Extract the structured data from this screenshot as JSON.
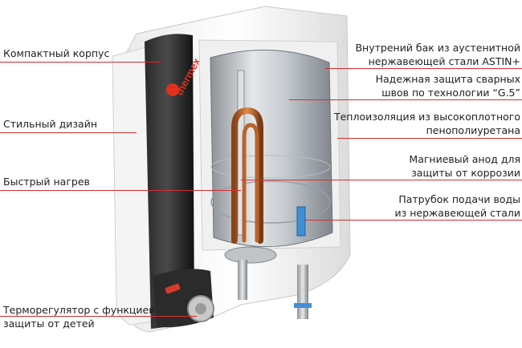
{
  "brand_logo_text": "thermex",
  "callouts_left": [
    {
      "id": "compact-body",
      "text": "Компактный корпус"
    },
    {
      "id": "stylish-design",
      "text": "Стильный дизайн"
    },
    {
      "id": "fast-heating",
      "text": "Быстрый нагрев"
    },
    {
      "id": "thermostat",
      "lines": [
        "Терморегулятор с функцией",
        "защиты от детей"
      ]
    }
  ],
  "callouts_right": [
    {
      "id": "inner-tank",
      "lines": [
        "Внутрений бак из аустенитной",
        "нержавеющей стали ASTIN+"
      ]
    },
    {
      "id": "weld-protection",
      "lines": [
        "Надежная защита сварных",
        "швов по технологии “G.5”"
      ]
    },
    {
      "id": "insulation",
      "lines": [
        "Теплоизоляция из высокоплотного",
        "пенополиуретана"
      ]
    },
    {
      "id": "magnesium-anode",
      "lines": [
        "Магниевый анод для",
        "защиты от коррозии"
      ]
    },
    {
      "id": "water-inlet",
      "lines": [
        "Патрубок подачи воды",
        "из нержавеющей стали"
      ]
    }
  ],
  "colors": {
    "callout_line": "#d32f2f",
    "brand_red": "#e0301e",
    "text": "#1f1f1f"
  }
}
